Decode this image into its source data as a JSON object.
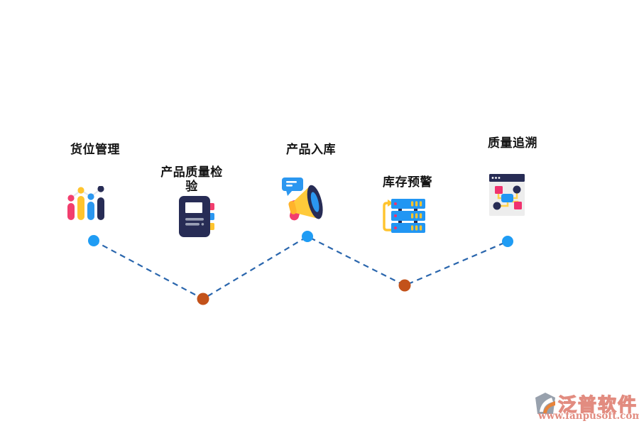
{
  "diagram": {
    "steps": [
      {
        "label": "货位管理",
        "icon": "bar-chart-icon",
        "dot_color": "#1f9cf4"
      },
      {
        "label": "产品质量检验",
        "icon": "notebook-icon",
        "dot_color": "#c3521a"
      },
      {
        "label": "产品入库",
        "icon": "megaphone-icon",
        "dot_color": "#1f9cf4"
      },
      {
        "label": "库存预警",
        "icon": "server-stack-icon",
        "dot_color": "#c3521a"
      },
      {
        "label": "质量追溯",
        "icon": "kanban-window-icon",
        "dot_color": "#1f9cf4"
      }
    ],
    "connector": {
      "style": "dashed",
      "color": "#2a66ad"
    }
  },
  "watermark": {
    "brand": "泛普软件",
    "url": "www.fanpusoft.com",
    "color": "#e28c80"
  },
  "colors": {
    "background": "#ffffff",
    "label_text": "#141414",
    "navy": "#272c55",
    "pink": "#f23e6e",
    "yellow": "#ffc42e",
    "blue": "#2196f3"
  }
}
